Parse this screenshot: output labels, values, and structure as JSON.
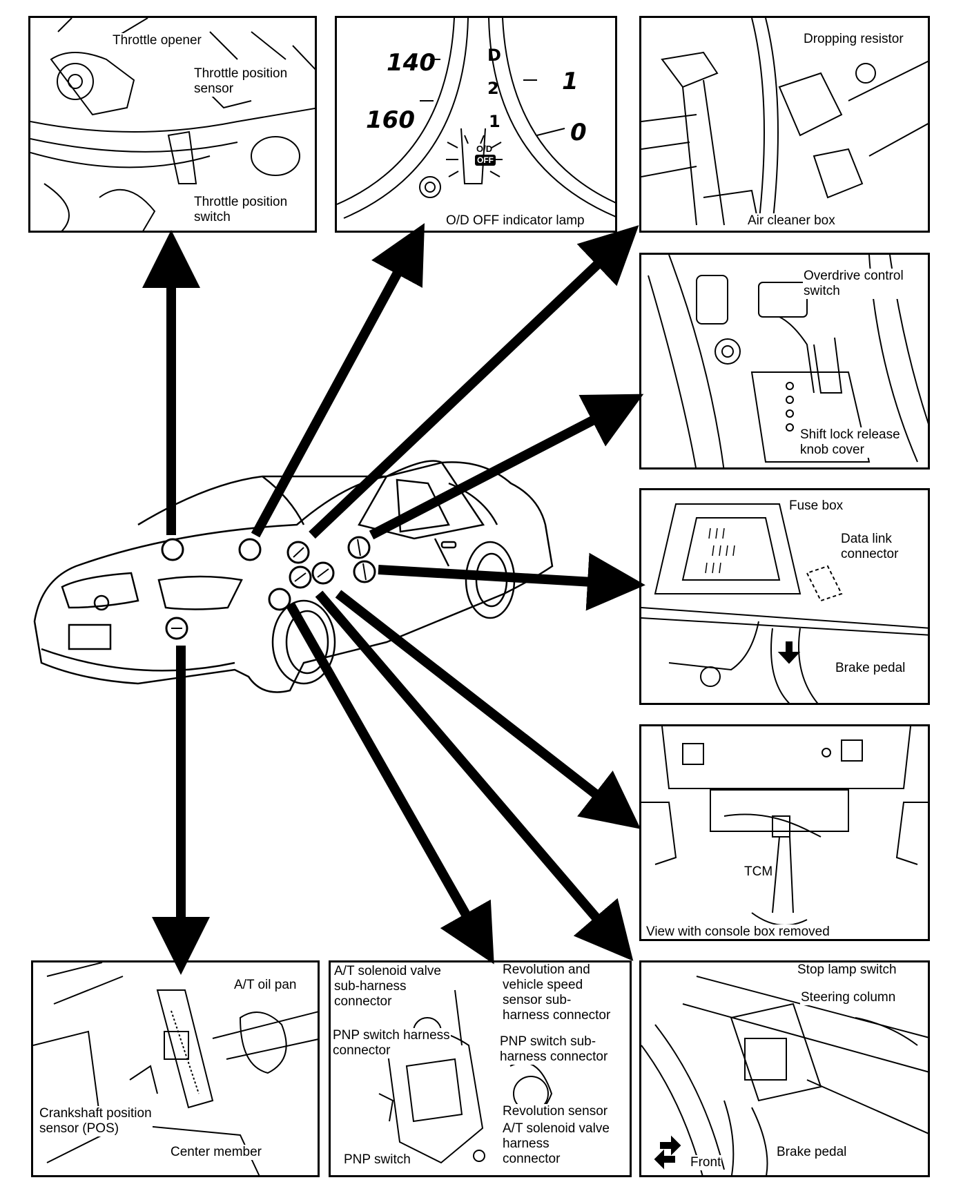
{
  "panels": {
    "throttle": {
      "labels": [
        "Throttle opener",
        "Throttle position\nsensor",
        "Throttle position\nswitch"
      ]
    },
    "cluster": {
      "speeds": [
        "140",
        "160"
      ],
      "tach": [
        "1",
        "0"
      ],
      "gears": [
        "D",
        "2",
        "1"
      ],
      "od_top": "O/D",
      "od_bottom": "OFF",
      "label": "O/D OFF indicator lamp"
    },
    "resistor": {
      "labels": [
        "Dropping resistor",
        "Air cleaner box"
      ]
    },
    "overdrive": {
      "labels": [
        "Overdrive control\nswitch",
        "Shift lock release\nknob cover"
      ]
    },
    "fuse": {
      "labels": [
        "Fuse box",
        "Data link\nconnector",
        "Brake pedal"
      ]
    },
    "tcm": {
      "labels": [
        "TCM",
        "View with console box removed"
      ]
    },
    "crank": {
      "labels": [
        "A/T oil pan",
        "Crankshaft position\nsensor (POS)",
        "Center member"
      ]
    },
    "solenoid": {
      "labels": [
        "A/T solenoid valve\nsub-harness\nconnector",
        "Revolution and\nvehicle speed\nsensor sub-\nharness connector",
        "PNP switch harness\nconnector",
        "PNP switch sub-\nharness connector",
        "Revolution sensor",
        "A/T solenoid valve\nharness\nconnector",
        "PNP switch"
      ]
    },
    "stoplamp": {
      "labels": [
        "Stop lamp switch",
        "Steering column",
        "Front",
        "Brake pedal"
      ]
    }
  }
}
